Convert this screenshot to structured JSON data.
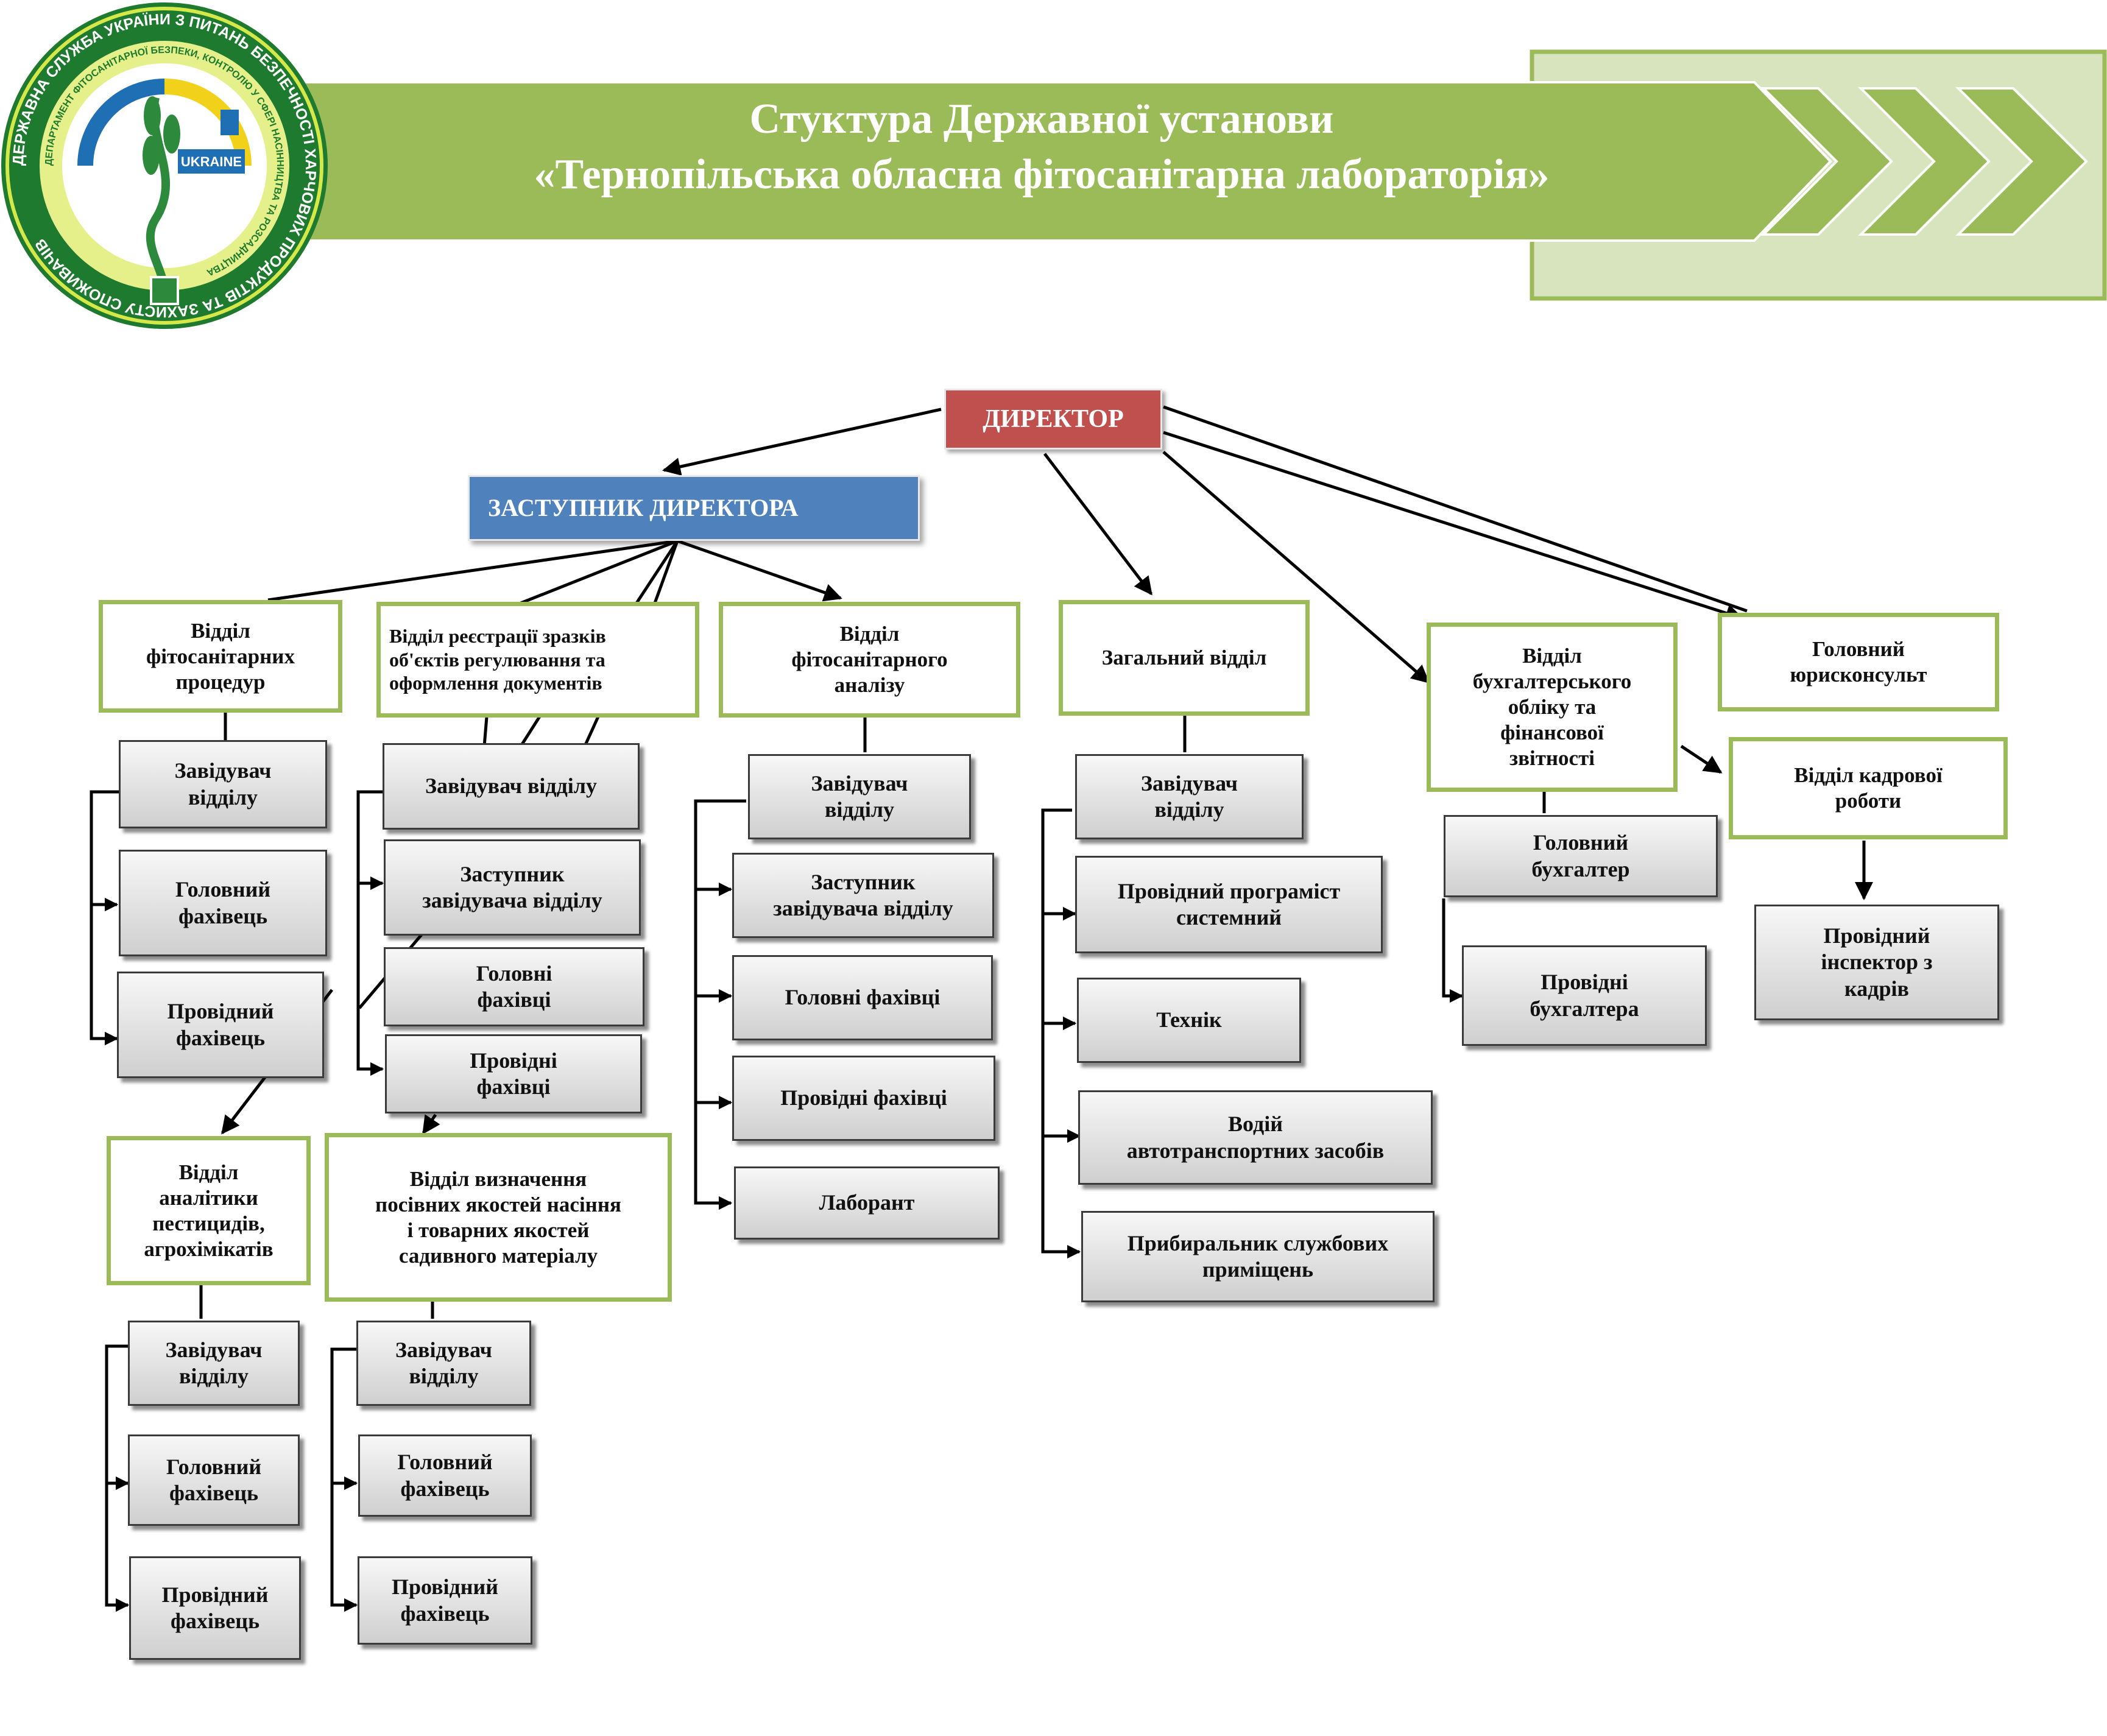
{
  "header": {
    "title_line1": "Стуктура Державної установи",
    "title_line2": "«Тернопільська обласна фітосанітарна лабораторія»"
  },
  "logo": {
    "ring_text": "ДЕРЖАВНА СЛУЖБА УКРАЇНИ З ПИТАНЬ БЕЗПЕЧНОСТІ ХАРЧОВИХ ПРОДУКТІВ ТА ЗАХИСТУ СПОЖИВАЧІВ",
    "inner_ring_text": "ДЕПАРТАМЕНТ ФІТОСАНІТАРНОЇ БЕЗПЕКИ, КОНТРОЛЮ У СФЕРІ НАСІННИЦТВА ТА РОЗСАДНИЦТВА",
    "badge": "UKRAINE"
  },
  "colors": {
    "accent_green": "#9bbb59",
    "director_red": "#c0504d",
    "deputy_blue": "#4f81bd",
    "banner_light": "#d7e4bd"
  },
  "org": {
    "director": "ДИРЕКТОР",
    "deputy": "ЗАСТУПНИК ДИРЕКТОРА",
    "dept_phyto_procedures": {
      "title": "Відділ\nфітосанітарних\nпроцедур",
      "staff": [
        "Завідувач\nвідділу",
        "Головний\nфахівець",
        "Провідний\nфахівець"
      ]
    },
    "dept_registration": {
      "title": "Відділ реєстрації зразків\nоб'єктів регулювання та\nоформлення документів",
      "staff": [
        "Завідувач відділу",
        "Заступник\nзавідувача відділу",
        "Головні\nфахівці",
        "Провідні\nфахівці"
      ]
    },
    "dept_phyto_analysis": {
      "title": "Відділ\nфітосанітарного\nаналізу",
      "staff": [
        "Завідувач\nвідділу",
        "Заступник\nзавідувача відділу",
        "Головні фахівці",
        "Провідні фахівці",
        "Лаборант"
      ]
    },
    "dept_general": {
      "title": "Загальний відділ",
      "staff": [
        "Завідувач\nвідділу",
        "Провідний програміст\nсистемний",
        "Технік",
        "Водій\nавтотранспортних засобів",
        "Прибиральник службових\nприміщень"
      ]
    },
    "dept_accounting": {
      "title": "Відділ\nбухгалтерського\nобліку та\nфінансової\nзвітності",
      "staff": [
        "Головний\nбухгалтер",
        "Провідні\nбухгалтера"
      ]
    },
    "chief_legal": {
      "title": "Головний\nюрисконсульт"
    },
    "dept_hr": {
      "title": "Відділ кадрової\nроботи",
      "staff": [
        "Провідний\nінспектор з\nкадрів"
      ]
    },
    "dept_pesticides": {
      "title": "Відділ\nаналітики\nпестицидів,\nагрохімікатів",
      "staff": [
        "Завідувач\nвідділу",
        "Головний\nфахівець",
        "Провідний\nфахівець"
      ]
    },
    "dept_seeds": {
      "title": "Відділ визначення\nпосівних якостей насіння\nі товарних якостей\nсадивного матеріалу",
      "staff": [
        "Завідувач\nвідділу",
        "Головний\nфахівець",
        "Провідний\nфахівець"
      ]
    }
  }
}
